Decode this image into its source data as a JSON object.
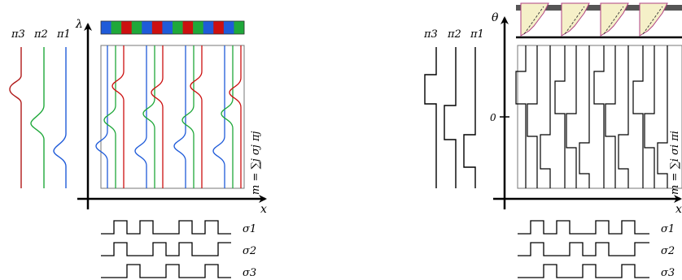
{
  "left_panel": {
    "axis_y_label": "λ",
    "axis_x_label": "x",
    "side_label": "m = ∑j σj πj",
    "profile_labels": [
      "π3",
      "π2",
      "π1"
    ],
    "sigma_labels": [
      "σ1",
      "σ2",
      "σ3"
    ],
    "stripe_colors": [
      "#1f5bd9",
      "#1fa83a",
      "#cc1010"
    ],
    "stripe_pattern": [
      0,
      1,
      2,
      1,
      0,
      2,
      0,
      1,
      2,
      1,
      0,
      2,
      0,
      1
    ]
  },
  "right_panel": {
    "axis_y_label": "θ",
    "axis_y_tick": "0",
    "axis_x_label": "x",
    "side_label": "m = ∑i σi πi",
    "profile_labels": [
      "π3",
      "π2",
      "π1"
    ],
    "sigma_labels": [
      "σ1",
      "σ2",
      "σ3"
    ],
    "bar_color": "#555555",
    "cell_fill": "#f5f0c8",
    "cell_stroke": "#b04080"
  }
}
